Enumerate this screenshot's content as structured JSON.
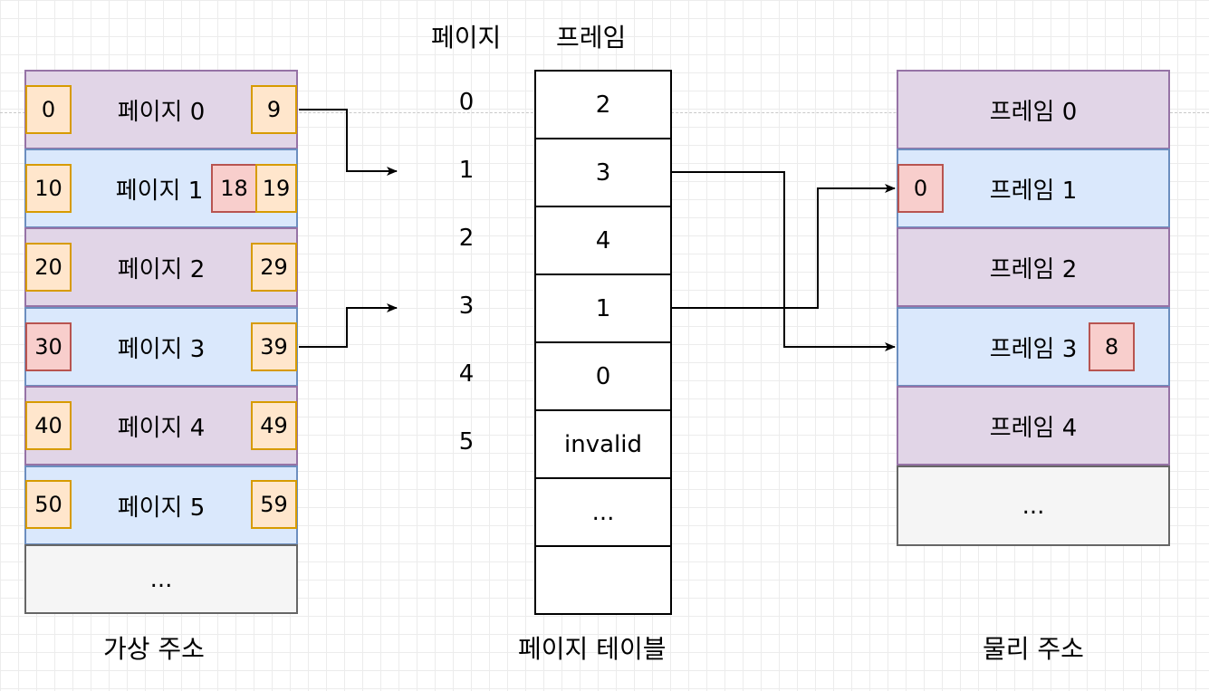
{
  "virtual": {
    "caption": "가상 주소",
    "rows": [
      {
        "label": "페이지 0",
        "start": "0",
        "end": "9"
      },
      {
        "label": "페이지 1",
        "start": "10",
        "end": "19",
        "mark": "18"
      },
      {
        "label": "페이지 2",
        "start": "20",
        "end": "29"
      },
      {
        "label": "페이지 3",
        "start": "30",
        "end": "39"
      },
      {
        "label": "페이지 4",
        "start": "40",
        "end": "49"
      },
      {
        "label": "페이지 5",
        "start": "50",
        "end": "59"
      }
    ],
    "ellipsis": "..."
  },
  "page_table": {
    "header_page": "페이지",
    "header_frame": "프레임",
    "caption": "페이지 테이블",
    "page_numbers": [
      "0",
      "1",
      "2",
      "3",
      "4",
      "5"
    ],
    "frames": [
      "2",
      "3",
      "4",
      "1",
      "0",
      "invalid",
      "...",
      ""
    ]
  },
  "physical": {
    "caption": "물리 주소",
    "rows": [
      {
        "label": "프레임 0"
      },
      {
        "label": "프레임 1",
        "start": "0"
      },
      {
        "label": "프레임 2"
      },
      {
        "label": "프레임 3",
        "mark": "8"
      },
      {
        "label": "프레임 4"
      }
    ],
    "ellipsis": "..."
  }
}
